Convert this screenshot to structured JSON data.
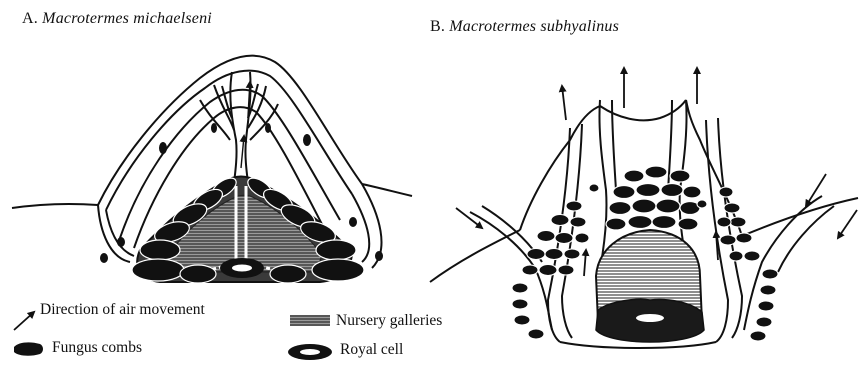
{
  "panel_a": {
    "letter": "A.",
    "species": "Macrotermes michaelseni"
  },
  "panel_b": {
    "letter": "B.",
    "species": "Macrotermes subhyalinus"
  },
  "legend": {
    "air_movement": "Direction of air movement",
    "nursery_galleries": "Nursery galleries",
    "fungus_combs": "Fungus combs",
    "royal_cell": "Royal cell"
  },
  "colors": {
    "ink": "#111111",
    "paper": "#ffffff",
    "hatch": "#555555"
  }
}
